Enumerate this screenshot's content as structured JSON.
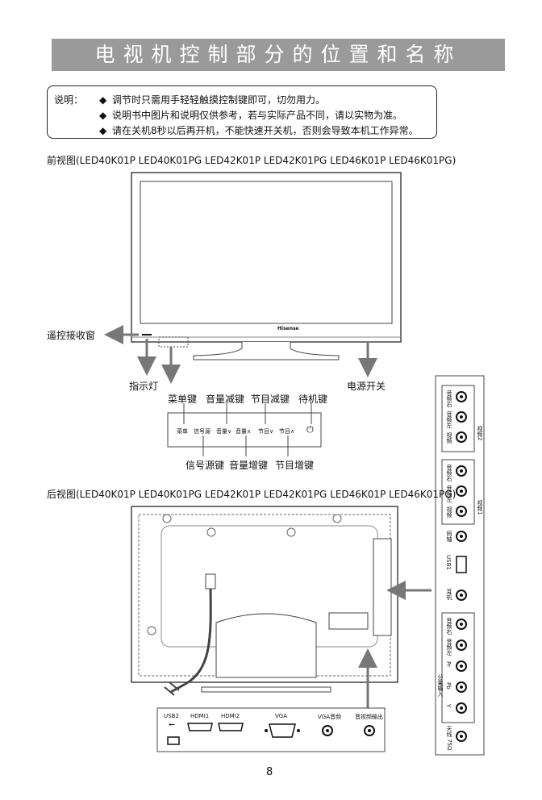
{
  "page_title": "电视机控制部分的位置和名称",
  "notes": {
    "label": "说明：",
    "items": [
      "调节时只需用手轻轻触摸控制键即可，切勿用力。",
      "说明书中图片和说明仅供参考，若与实际产品不同，请以实物为准。",
      "请在关机8秒以后再开机，不能快速开关机，否则会导致本机工作异常。"
    ],
    "bullet": "◆"
  },
  "front_view": {
    "caption": "前视图(LED40K01P LED40K01PG LED42K01P LED42K01PG LED46K01P LED46K01PG)",
    "brand": "Hisense",
    "labels": {
      "remote_window": "遥控接收窗",
      "indicator": "指示灯",
      "power_switch": "电源开关",
      "menu_key": "菜单键",
      "vol_down_key": "音量减键",
      "ch_down_key": "节目减键",
      "standby_key": "待机键",
      "source_key": "信号源键",
      "vol_up_key": "音量增键",
      "ch_up_key": "节目增键"
    },
    "panel_buttons": {
      "menu": "菜单",
      "source": "信号源",
      "vol_down": "音量∨",
      "vol_up": "音量∧",
      "ch_down": "节目∨",
      "ch_up": "节目∧",
      "power": "⏻"
    }
  },
  "rear_view": {
    "caption": "后视图(LED40K01P LED40K01PG LED42K01P LED42K01PG LED46K01P LED46K01PG)",
    "bottom_ports": {
      "usb2": "USB2",
      "hdmi1": "HDMI1",
      "hdmi2": "HDMI2",
      "vga": "VGA",
      "vga_audio": "VGA音频",
      "av_out": "音视频输出"
    },
    "side_ports": {
      "video2_labels": [
        "视频",
        "音频左",
        "音频右"
      ],
      "video2_group": "视频2",
      "video1_labels": [
        "视频",
        "音频左",
        "音频右"
      ],
      "video1_group": "视频1",
      "coax": "同轴",
      "usb1": "USB1",
      "earphone": "耳机",
      "component_group": "分量输入",
      "component_labels": [
        "Y",
        "Pb",
        "Pr",
        "音频左",
        "音频右"
      ],
      "antenna": "天线 75Ω"
    }
  },
  "page_number": "8"
}
